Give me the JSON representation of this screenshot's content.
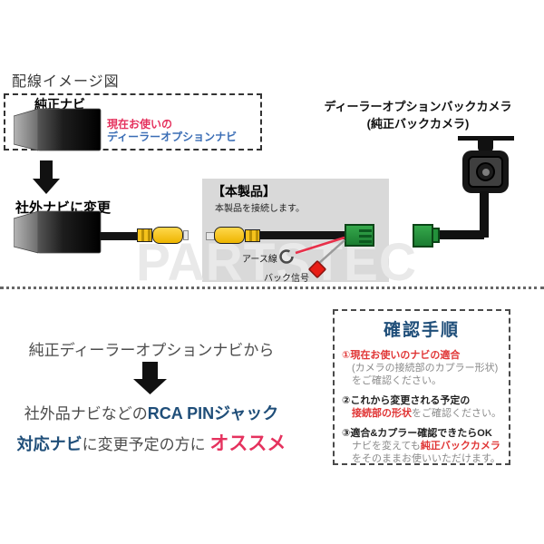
{
  "title": "配線イメージ図",
  "watermark": "PARTSTEC",
  "colors": {
    "accent_red": "#e03535",
    "accent_pink": "#e5325e",
    "navy": "#1f4e79",
    "link_blue": "#3a6db5",
    "connector_green": "#1b7c31",
    "rca_yellow": "#f5c21b",
    "product_panel_gray": "#d9d9d9"
  },
  "factory_nav": {
    "label": "純正ナビ",
    "current_line1": "現在お使いの",
    "current_line2": "ディーラーオプションナビ"
  },
  "aftermarket_nav": {
    "label": "社外ナビに変更"
  },
  "product": {
    "heading": "【本製品】",
    "subheading": "本製品を接続します。",
    "ground_label": "アース線",
    "back_signal_label": "バック信号"
  },
  "camera": {
    "heading_line1": "ディーラーオプションバックカメラ",
    "heading_line2": "(純正バックカメラ)"
  },
  "promo": {
    "line1": "純正ディーラーオプションナビから",
    "line2_plain": "社外品ナビなどの",
    "line2_blue": "RCA PINジャック",
    "line3_blue": "対応ナビ",
    "line3_plain": "に変更予定の方に ",
    "line3_red": "オススメ"
  },
  "checklist": {
    "title": "確認手順",
    "item1": {
      "head": "①現在お使いのナビの適合",
      "line2": "(カメラの接続部のカプラー形状)",
      "line3": "をご確認ください。"
    },
    "item2": {
      "head": "②これから変更される予定の",
      "red": "接続部の形状",
      "tail": "をご確認ください。"
    },
    "item3": {
      "head": "③適合&カプラー確認できたらOK",
      "plain": "ナビを変えても",
      "red": "純正バックカメラ",
      "line3": "をそのままお使いいただけます。"
    }
  }
}
